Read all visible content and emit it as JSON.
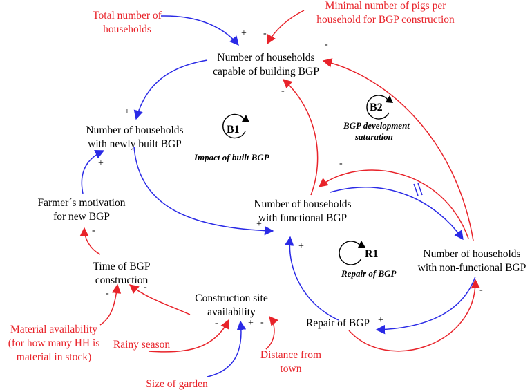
{
  "colors": {
    "positive": "#2a2ae6",
    "negative": "#e8232a",
    "text": "#000000",
    "external_text": "#e8232a"
  },
  "nodes": {
    "capable": [
      "Number of households",
      "capable of building BGP"
    ],
    "newly_built": [
      "Number of households",
      "with newly built BGP"
    ],
    "functional": [
      "Number of households",
      "with functional BGP"
    ],
    "non_functional": [
      "Number of households",
      "with non-functional BGP"
    ],
    "motivation": [
      "Farmer´s motivation",
      "for new BGP"
    ],
    "time": [
      "Time of BGP",
      "construction"
    ],
    "site": [
      "Construction site",
      "availability"
    ],
    "repair": [
      "Repair of BGP"
    ]
  },
  "externals": {
    "total": [
      "Total number of",
      "households"
    ],
    "min_pigs": [
      "Minimal number of pigs per",
      "household for BGP construction"
    ],
    "material": [
      "Material availability",
      "(for how many HH is",
      "material in stock)"
    ],
    "rainy": [
      "Rainy season"
    ],
    "garden": [
      "Size of garden"
    ],
    "distance": [
      "Distance from",
      "town"
    ]
  },
  "loops": {
    "B1": {
      "id": "B1",
      "label": "Impact of built BGP"
    },
    "B2": {
      "id": "B2",
      "label": [
        "BGP development",
        "saturation"
      ]
    },
    "R1": {
      "id": "R1",
      "label": "Repair of BGP"
    }
  },
  "signs": {
    "plus": "+",
    "minus": "-"
  }
}
